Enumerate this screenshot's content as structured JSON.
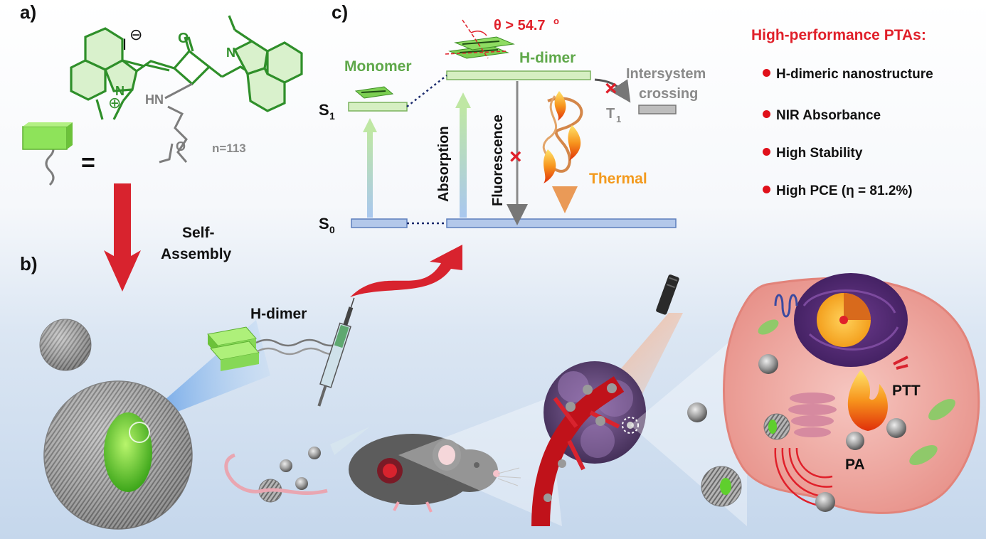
{
  "panel_labels": {
    "a": "a)",
    "b": "b)",
    "c": "c)"
  },
  "molecule": {
    "iodide": "I",
    "iodide_charge": "⊖",
    "carbonyl": "O",
    "amine": "HN",
    "nitrogen_left": "N",
    "nitrogen_right": "N",
    "cation_charge": "⊕",
    "ether_o": "O",
    "n_label": "n=113",
    "equals": "="
  },
  "arrows": {
    "self_assembly_line1": "Self-",
    "self_assembly_line2": "Assembly"
  },
  "energy_diagram": {
    "s1": "S",
    "s1_sub": "1",
    "s0": "S",
    "s0_sub": "0",
    "t1": "T",
    "t1_sub": "1",
    "monomer": "Monomer",
    "hdimer": "H-dimer",
    "angle": "θ > 54.7",
    "angle_sup": "o",
    "absorption": "Absorption",
    "fluorescence": "Fluorescence",
    "thermal": "Thermal",
    "isc_line1": "Intersystem",
    "isc_line2": "crossing",
    "blocked_mark": "×"
  },
  "features": {
    "title": "High-performance PTAs:",
    "items": [
      "H-dimeric nanostructure",
      "NIR Absorbance",
      "High Stability",
      "High PCE (η = 81.2%)"
    ]
  },
  "bottom_labels": {
    "hdimer": "H-dimer",
    "ptt": "PTT",
    "pa": "PA"
  },
  "colors": {
    "green": "#2e8b2e",
    "monomer_green": "#5fa84a",
    "red_accent": "#e0202a",
    "orange": "#f39a1e",
    "grey": "#8a8a8a",
    "level_blue": "#7f9fd6",
    "level_green": "#c7e8a8"
  }
}
